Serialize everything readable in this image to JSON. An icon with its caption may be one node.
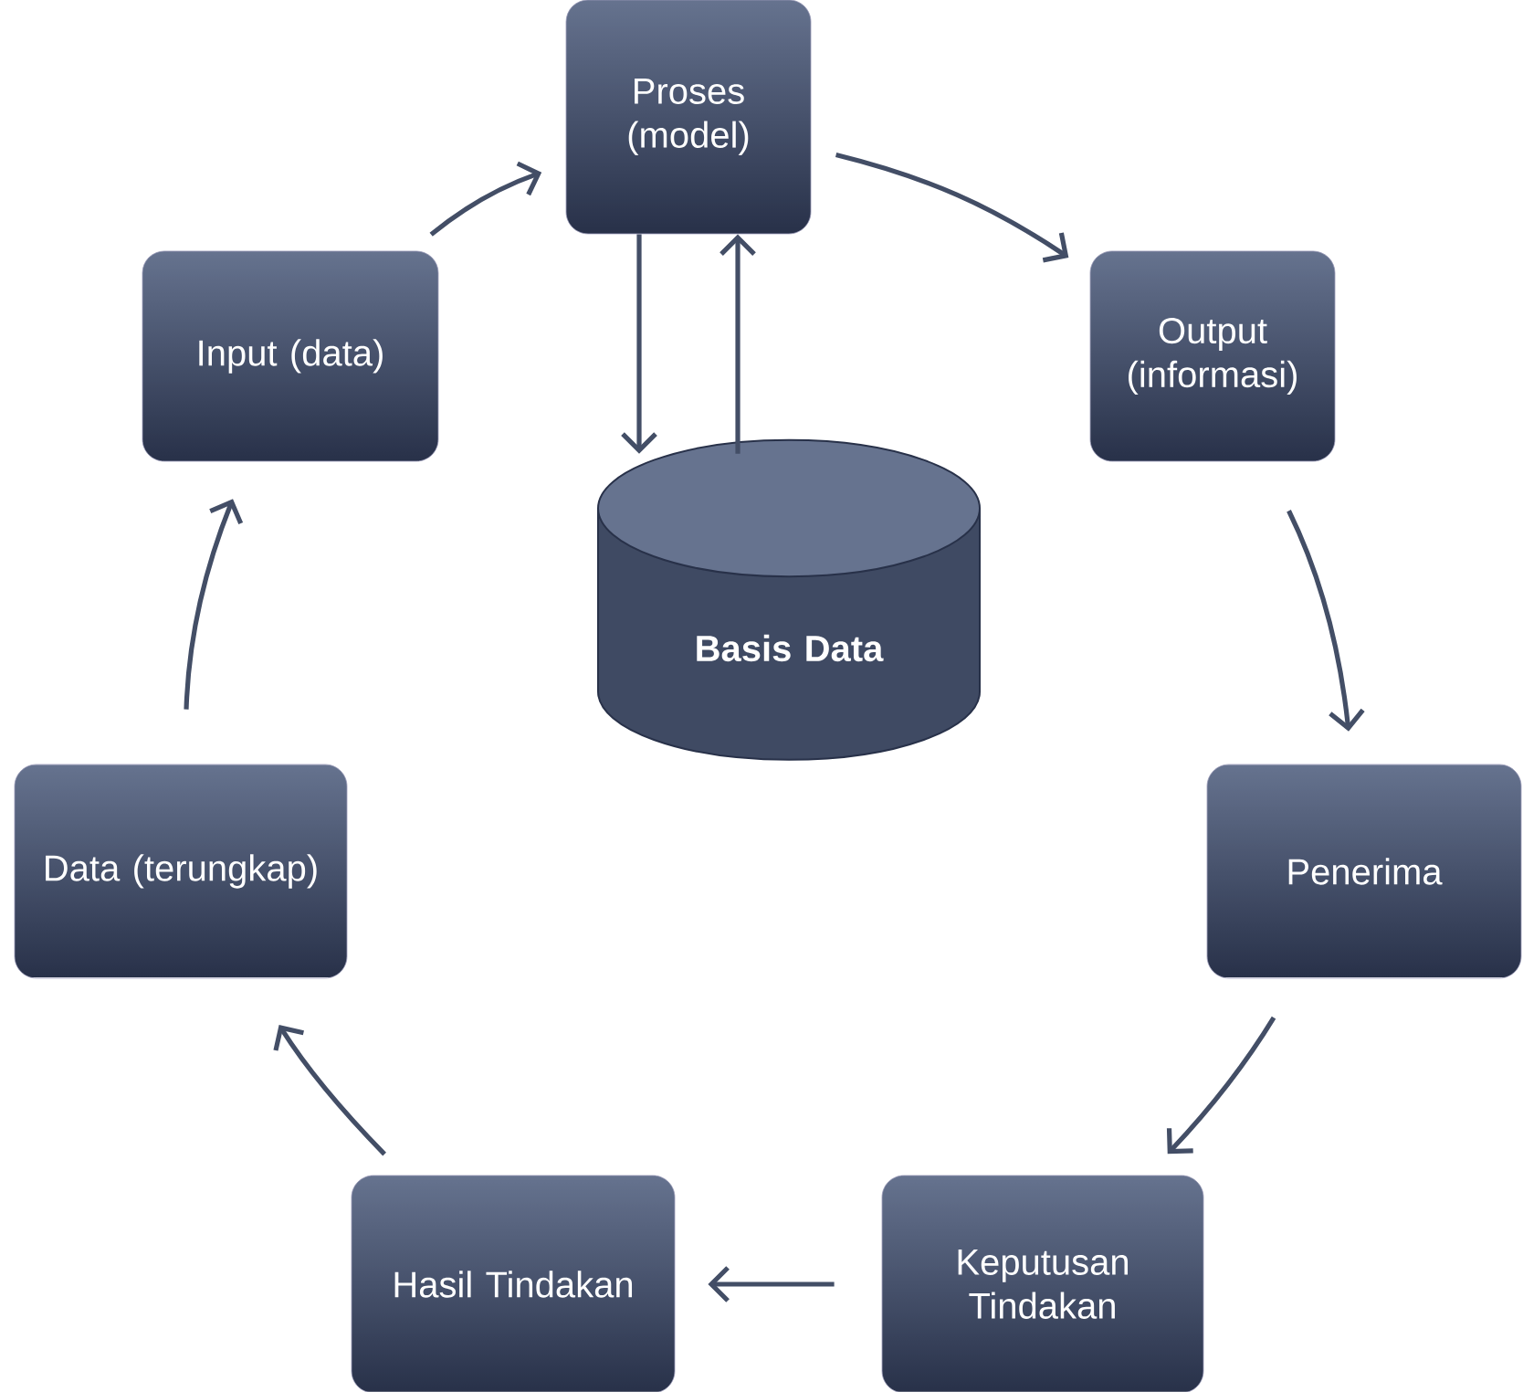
{
  "diagram": {
    "nodes": [
      {
        "text": [
          "Proses (model)"
        ]
      },
      {
        "text": [
          "Output (informasi)"
        ]
      },
      {
        "text": [
          "Penerima"
        ]
      },
      {
        "text": [
          "Keputusan Tindakan"
        ]
      },
      {
        "text": [
          "Hasil Tindakan"
        ]
      },
      {
        "text": [
          "Data (terungkap)"
        ]
      },
      {
        "text": [
          "Input (data)"
        ]
      },
      {
        "text": [
          "Basis Data"
        ]
      }
    ],
    "edges": [
      {
        "from": 6,
        "to": 0,
        "arrow": "to"
      },
      {
        "from": 0,
        "to": 1,
        "arrow": "to"
      },
      {
        "from": 1,
        "to": 2,
        "arrow": "to"
      },
      {
        "from": 2,
        "to": 3,
        "arrow": "to"
      },
      {
        "from": 3,
        "to": 4,
        "arrow": "to"
      },
      {
        "from": 4,
        "to": 5,
        "arrow": "to"
      },
      {
        "from": 5,
        "to": 6,
        "arrow": "to"
      },
      {
        "from": 0,
        "to": 7,
        "arrow": "to"
      },
      {
        "from": 7,
        "to": 0,
        "arrow": "to"
      }
    ]
  }
}
